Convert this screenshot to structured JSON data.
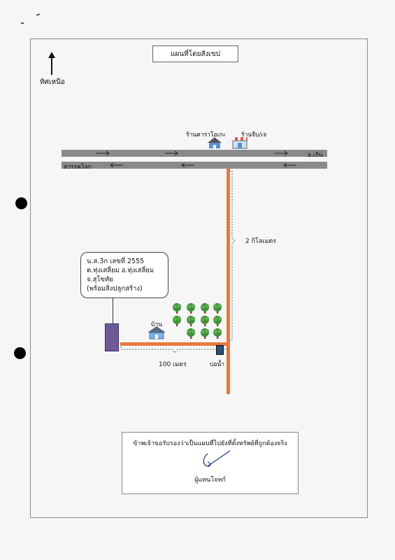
{
  "map": {
    "title": "แผนที่โดยสังเขป",
    "north_label": "ทิศเหนือ",
    "road_label_right": "อ.เถิน",
    "road_label_left": "สวรรคโลก",
    "shop1": "ร้านคาราโอเกะ",
    "shop2": "ร้านจีบ/เจ",
    "distance_road": "2 กิโลเมตร",
    "distance_house": "100 เมตร",
    "house_label": "บ้าน",
    "well_label": "บ่อน้ำ",
    "callout": {
      "line1": "น.ส.3ก เลขที่ 2555",
      "line2": "ต.ทุ่งเสลี่ยม อ.ทุ่งเสลี่ยม",
      "line3": "จ.สุโขทัย",
      "line4": "(พร้อมสิ่งปลูกสร้าง)"
    }
  },
  "certification": {
    "statement": "ข้าพเจ้าขอรับรองว่าเป็นแผนที่ไปยังที่ตั้งทรัพย์ที่ถูกต้องจริง",
    "signer": "ผู้แทนโจทก์"
  },
  "colors": {
    "road": "#8a8a8a",
    "route": "#e87a3c",
    "plot": "#6d5a98",
    "tree": "#3f8f3a"
  },
  "icons": [
    "north-arrow-icon",
    "karaoke-shop-icon",
    "store-icon",
    "house-icon",
    "tree-icon",
    "well-icon",
    "signature-icon"
  ]
}
